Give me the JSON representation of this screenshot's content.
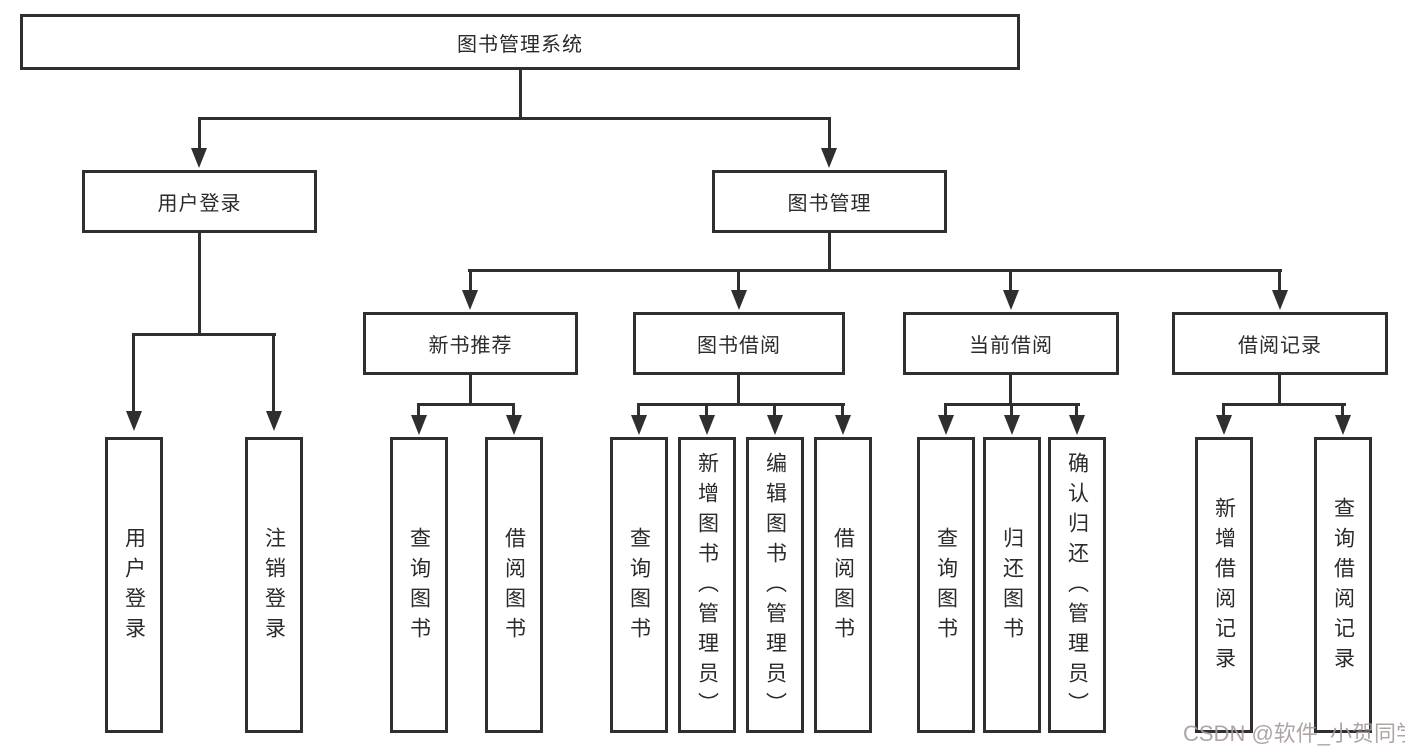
{
  "diagram": {
    "tree": {
      "label": "图书管理系统",
      "children": [
        {
          "label": "用户登录",
          "children": [
            {
              "label": "用户登录"
            },
            {
              "label": "注销登录"
            }
          ]
        },
        {
          "label": "图书管理",
          "children": [
            {
              "label": "新书推荐",
              "children": [
                {
                  "label": "查询图书"
                },
                {
                  "label": "借阅图书"
                }
              ]
            },
            {
              "label": "图书借阅",
              "children": [
                {
                  "label": "查询图书"
                },
                {
                  "label": "新增图书（管理员）"
                },
                {
                  "label": "编辑图书（管理员）"
                },
                {
                  "label": "借阅图书"
                }
              ]
            },
            {
              "label": "当前借阅",
              "children": [
                {
                  "label": "查询图书"
                },
                {
                  "label": "归还图书"
                },
                {
                  "label": "确认归还（管理员）"
                }
              ]
            },
            {
              "label": "借阅记录",
              "children": [
                {
                  "label": "新增借阅记录"
                },
                {
                  "label": "查询借阅记录"
                }
              ]
            }
          ]
        }
      ]
    }
  },
  "watermark": {
    "text": "CSDN @软件_小贺同学",
    "color": "#a89c9c"
  },
  "colors": {
    "line": "#2f2f2f",
    "background": "#ffffff",
    "text": "#2b2b2b"
  }
}
